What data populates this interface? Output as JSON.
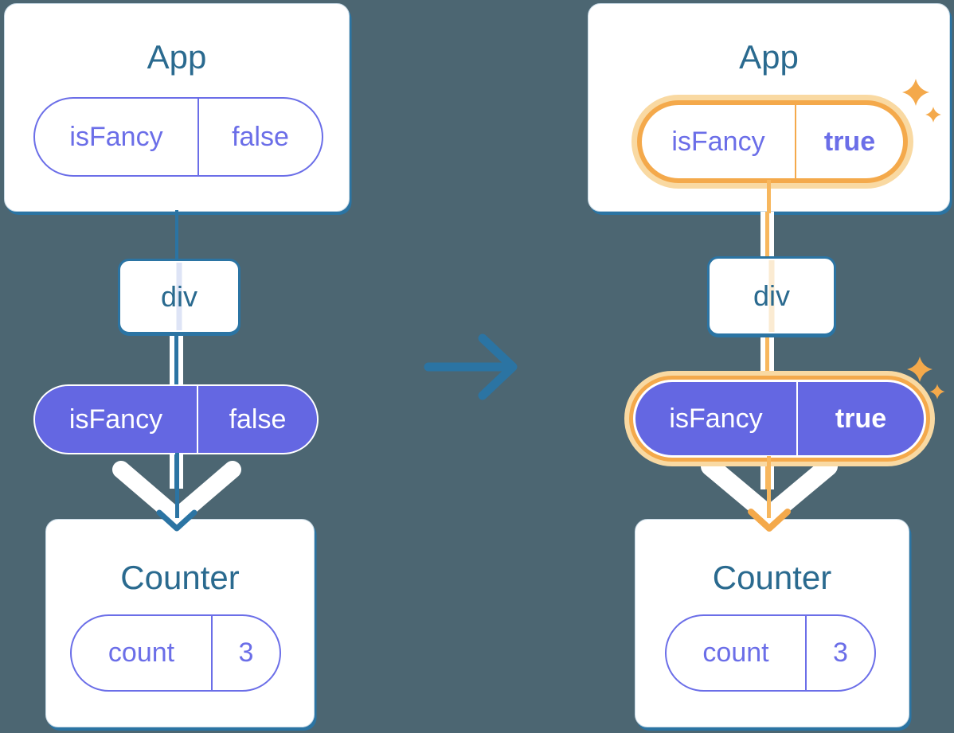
{
  "colors": {
    "background": "#4C6672",
    "card": "#FFFFFF",
    "stroke_blue": "#2B74A3",
    "title_text": "#2A6A8F",
    "purple": "#6B6EE8",
    "purple_fill": "#6467E2",
    "orange": "#F4A94B",
    "orange_light": "#F9D9A2",
    "pale_lavender": "#DEE4F6",
    "pale_cream": "#FBEBD2"
  },
  "left": {
    "app": {
      "title": "App",
      "prop_name": "isFancy",
      "prop_value": "false"
    },
    "div_label": "div",
    "passed_prop": {
      "name": "isFancy",
      "value": "false"
    },
    "counter": {
      "title": "Counter",
      "state_name": "count",
      "state_value": "3"
    }
  },
  "right": {
    "app": {
      "title": "App",
      "prop_name": "isFancy",
      "prop_value": "true"
    },
    "div_label": "div",
    "passed_prop": {
      "name": "isFancy",
      "value": "true"
    },
    "counter": {
      "title": "Counter",
      "state_name": "count",
      "state_value": "3"
    }
  }
}
